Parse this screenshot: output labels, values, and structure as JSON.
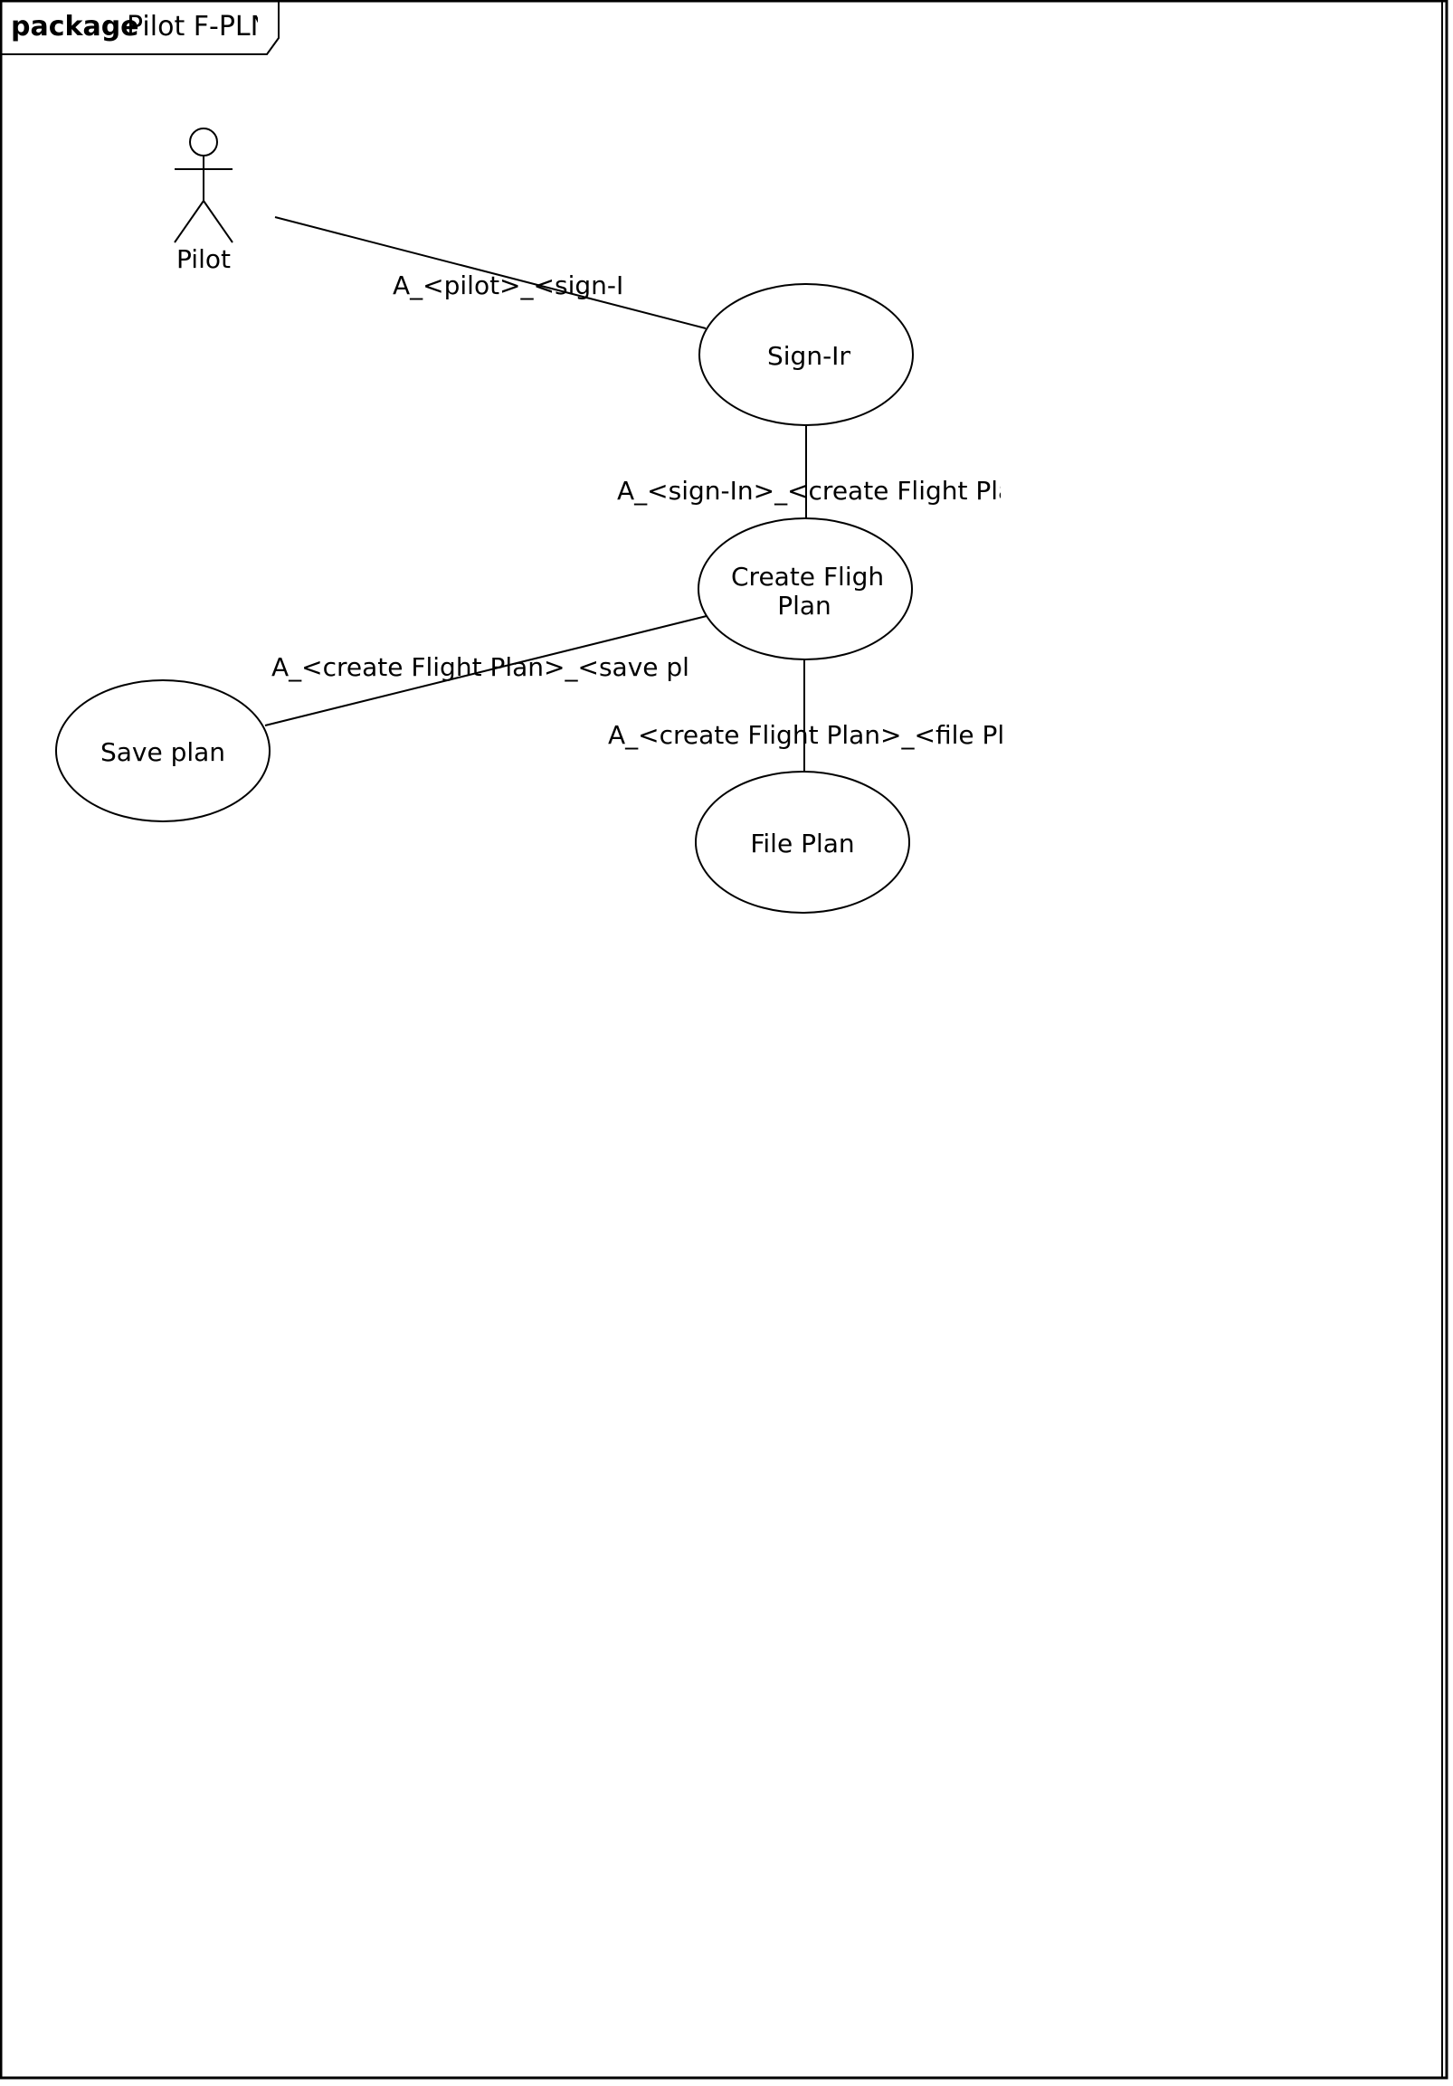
{
  "package": {
    "keyword": "package",
    "name": "Pilot F-PLN"
  },
  "actors": [
    {
      "id": "pilot",
      "name": "Pilot"
    }
  ],
  "use_cases": [
    {
      "id": "sign-in",
      "lines": [
        "Sign-In"
      ]
    },
    {
      "id": "create-flight-plan",
      "lines": [
        "Create Flight",
        "Plan"
      ]
    },
    {
      "id": "save-plan",
      "lines": [
        "Save plan"
      ]
    },
    {
      "id": "file-plan",
      "lines": [
        "File Plan"
      ]
    }
  ],
  "associations": [
    {
      "id": "pilot-sign-in",
      "from": "pilot",
      "to": "sign-in",
      "label": "A_<pilot>_<sign-In>"
    },
    {
      "id": "sign-in-create",
      "from": "sign-in",
      "to": "create-flight-plan",
      "label": "A_<sign-In>_<create Flight Plan>"
    },
    {
      "id": "create-save",
      "from": "create-flight-plan",
      "to": "save-plan",
      "label": "A_<create Flight Plan>_<save plan>"
    },
    {
      "id": "create-file",
      "from": "create-flight-plan",
      "to": "file-plan",
      "label": "A_<create Flight Plan>_<file Plan>"
    }
  ]
}
